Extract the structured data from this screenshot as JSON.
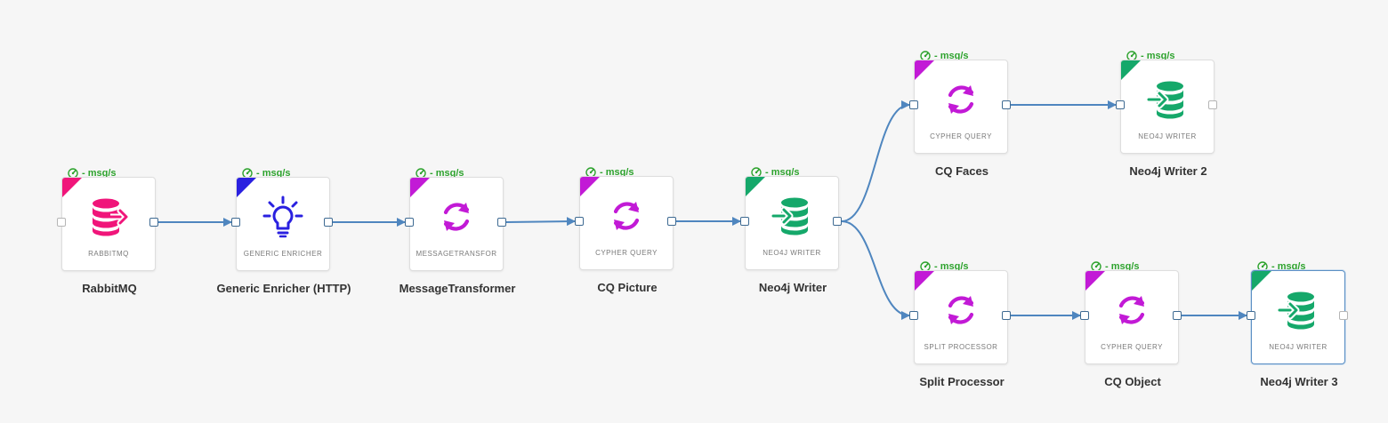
{
  "colors": {
    "edge": "#4f86bf",
    "rate": "#2ea32e",
    "rabbit": "#f0157a",
    "enricher": "#2a20e0",
    "transform": "#c21ad6",
    "neo4j": "#15a86a"
  },
  "nodes": [
    {
      "id": "rabbitmq",
      "label": "RabbitMQ",
      "type": "RABBITMQ",
      "rate": "- msg/s",
      "icon": "rabbitmq-icon",
      "corner": "#f0157a",
      "in_port": "free",
      "out_port": "connected"
    },
    {
      "id": "enricher",
      "label": "Generic Enricher (HTTP)",
      "type": "GENERIC ENRICHER",
      "rate": "- msg/s",
      "icon": "lightbulb-icon",
      "corner": "#2a20e0",
      "in_port": "connected",
      "out_port": "connected"
    },
    {
      "id": "transformer",
      "label": "MessageTransformer",
      "type": "MESSAGETRANSFOR",
      "rate": "- msg/s",
      "icon": "sync-icon",
      "corner": "#c21ad6",
      "in_port": "connected",
      "out_port": "connected"
    },
    {
      "id": "cq-picture",
      "label": "CQ Picture",
      "type": "CYPHER QUERY",
      "rate": "- msg/s",
      "icon": "sync-icon",
      "corner": "#c21ad6",
      "in_port": "connected",
      "out_port": "connected"
    },
    {
      "id": "neo4j-writer",
      "label": "Neo4j Writer",
      "type": "NEO4J WRITER",
      "rate": "- msg/s",
      "icon": "database-icon",
      "corner": "#15a86a",
      "in_port": "connected",
      "out_port": "connected"
    },
    {
      "id": "cq-faces",
      "label": "CQ Faces",
      "type": "CYPHER QUERY",
      "rate": "- msg/s",
      "icon": "sync-icon",
      "corner": "#c21ad6",
      "in_port": "connected",
      "out_port": "connected"
    },
    {
      "id": "neo4j-writer-2",
      "label": "Neo4j Writer 2",
      "type": "NEO4J WRITER",
      "rate": "- msg/s",
      "icon": "database-icon",
      "corner": "#15a86a",
      "in_port": "connected",
      "out_port": "free"
    },
    {
      "id": "split-processor",
      "label": "Split Processor",
      "type": "SPLIT PROCESSOR",
      "rate": "- msg/s",
      "icon": "sync-icon",
      "corner": "#c21ad6",
      "in_port": "connected",
      "out_port": "connected"
    },
    {
      "id": "cq-object",
      "label": "CQ Object",
      "type": "CYPHER QUERY",
      "rate": "- msg/s",
      "icon": "sync-icon",
      "corner": "#c21ad6",
      "in_port": "connected",
      "out_port": "connected"
    },
    {
      "id": "neo4j-writer-3",
      "label": "Neo4j Writer 3",
      "type": "NEO4J WRITER",
      "rate": "- msg/s",
      "icon": "database-icon",
      "corner": "#15a86a",
      "in_port": "connected",
      "out_port": "free",
      "selected": true
    }
  ],
  "edges": [
    {
      "from": "rabbitmq",
      "to": "enricher"
    },
    {
      "from": "enricher",
      "to": "transformer"
    },
    {
      "from": "transformer",
      "to": "cq-picture"
    },
    {
      "from": "cq-picture",
      "to": "neo4j-writer"
    },
    {
      "from": "neo4j-writer",
      "to": "cq-faces"
    },
    {
      "from": "neo4j-writer",
      "to": "split-processor"
    },
    {
      "from": "cq-faces",
      "to": "neo4j-writer-2"
    },
    {
      "from": "split-processor",
      "to": "cq-object"
    },
    {
      "from": "cq-object",
      "to": "neo4j-writer-3"
    }
  ]
}
